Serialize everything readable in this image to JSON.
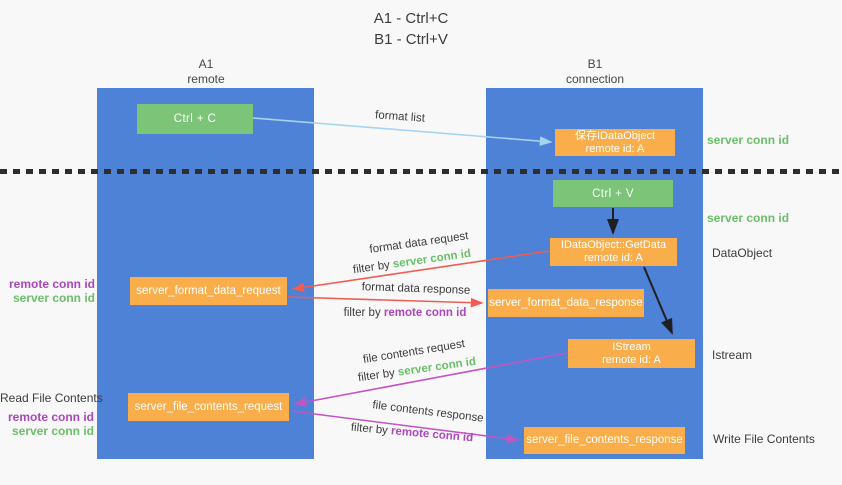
{
  "title": {
    "line1": "A1 - Ctrl+C",
    "line2": "B1 - Ctrl+V"
  },
  "lifelines": {
    "left": {
      "title": "A1",
      "subtitle": "remote"
    },
    "right": {
      "title": "B1",
      "subtitle": "connection"
    }
  },
  "nodes": {
    "ctrl_c": {
      "label": "Ctrl + C"
    },
    "ctrl_v": {
      "label": "Ctrl + V"
    },
    "save_idataobject": {
      "line1": "保存IDataObject",
      "line2": "remote id: A"
    },
    "getdata": {
      "line1": "IDataObject::GetData",
      "line2": "remote id: A"
    },
    "istream": {
      "line1": "IStream",
      "line2": "remote id: A"
    },
    "format_request": {
      "label": "server_format_data_request"
    },
    "format_response": {
      "label": "server_format_data_response"
    },
    "file_request": {
      "label": "server_file_contents_request"
    },
    "file_response": {
      "label": "server_file_contents_response"
    }
  },
  "arrow_labels": {
    "format_list": "format list",
    "format_data_request": "format data request",
    "format_data_response": "format data response",
    "file_contents_request": "file contents request",
    "file_contents_response": "file contents response",
    "filter_by": "filter by"
  },
  "side_labels": {
    "server_conn_id": "server conn id",
    "remote_conn_id": "remote conn id",
    "dataobject": "DataObject",
    "istream": "Istream",
    "read_file_contents": "Read File Contents",
    "write_file_contents": "Write File Contents"
  },
  "colors": {
    "lifeline_blue": "#4d82d6",
    "node_green": "#7bc478",
    "node_orange": "#f9ae4b",
    "arrow_blue": "#a5d3f2",
    "arrow_red": "#f05c52",
    "arrow_magenta": "#c355c3",
    "arrow_black": "#1f1f1f",
    "text_green": "#6abf69",
    "text_purple": "#ab47bc",
    "text_dark": "#3c3c3c"
  }
}
